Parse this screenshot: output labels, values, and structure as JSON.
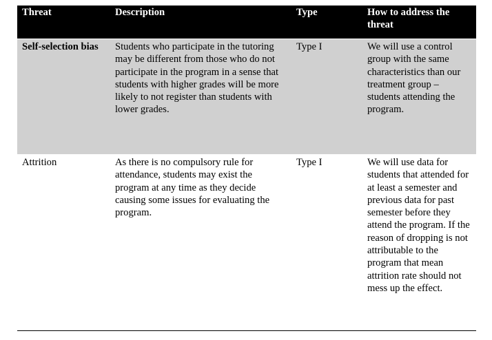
{
  "table": {
    "headers": [
      "Threat",
      "Description",
      "Type",
      "How to address the threat"
    ],
    "rows": [
      {
        "threat": "Self-selection bias",
        "description": "Students who participate in the tutoring may be different from those who do not participate in the program in a sense that students with higher grades will be more likely to not register than students with lower grades.",
        "type": "Type I",
        "address": "We will use a control group with the same characteristics than our treatment group – students attending the program."
      },
      {
        "threat": "Attrition",
        "description": "As there is no compulsory rule for attendance, students may exist the program at any time as they decide causing some issues for evaluating the program.",
        "type": "Type I",
        "address": "We will use data for students that attended for at least a semester and previous data for past semester before they attend the program. If the reason of dropping is not attributable to the program that mean attrition rate should not mess up the effect."
      }
    ]
  },
  "colors": {
    "header_bg": "#000000",
    "header_text": "#ffffff",
    "row_highlight_bg": "#d0d0d0"
  }
}
